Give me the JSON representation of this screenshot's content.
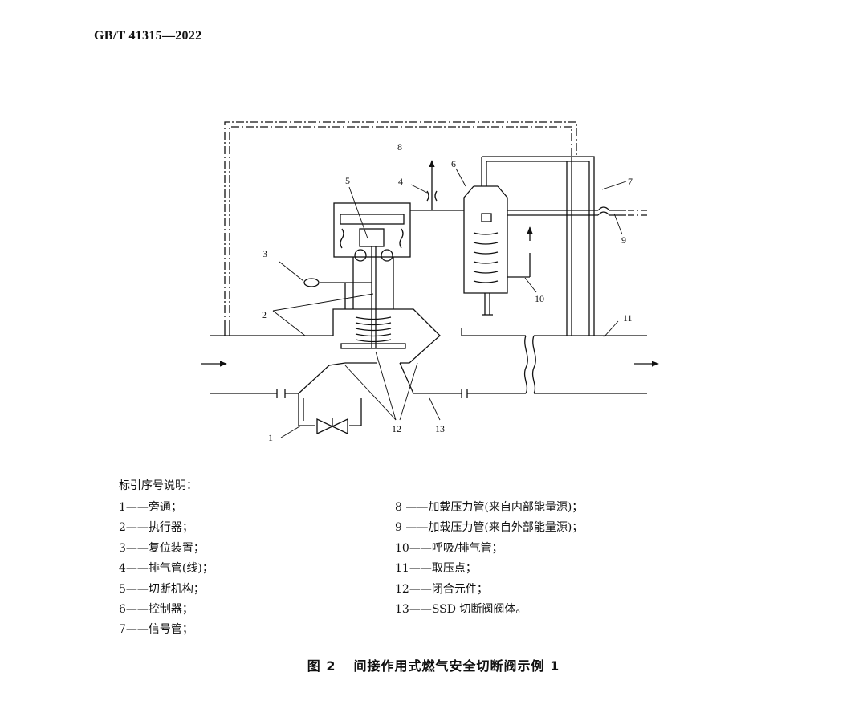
{
  "header": {
    "standard_id": "GB/T 41315—2022"
  },
  "diagram": {
    "callouts": [
      "1",
      "2",
      "3",
      "4",
      "5",
      "6",
      "7",
      "8",
      "9",
      "10",
      "11",
      "12",
      "13"
    ]
  },
  "legend": {
    "title": "标引序号说明：",
    "left": [
      "1——旁通；",
      "2——执行器；",
      "3——复位装置；",
      "4——排气管(线)；",
      "5——切断机构；",
      "6——控制器；",
      "7——信号管；"
    ],
    "right": [
      "8 ——加载压力管(来自内部能量源)；",
      "9 ——加载压力管(来自外部能量源)；",
      "10——呼吸/排气管；",
      "11——取压点；",
      "12——闭合元件；",
      "13——SSD 切断阀阀体。"
    ]
  },
  "caption": {
    "number": "图 2",
    "title": "间接作用式燃气安全切断阀示例 1"
  }
}
